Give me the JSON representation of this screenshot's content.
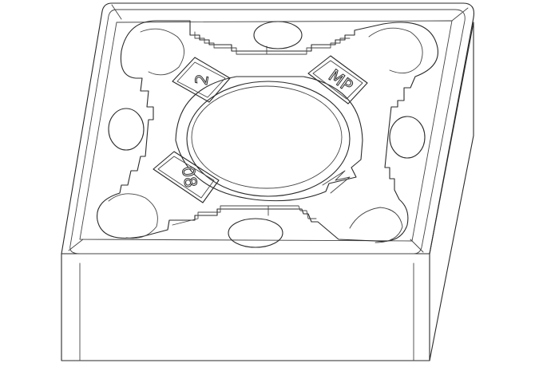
{
  "insert": {
    "markings": {
      "left_top": "2",
      "right_top": "MP",
      "left_bottom": "08"
    }
  }
}
